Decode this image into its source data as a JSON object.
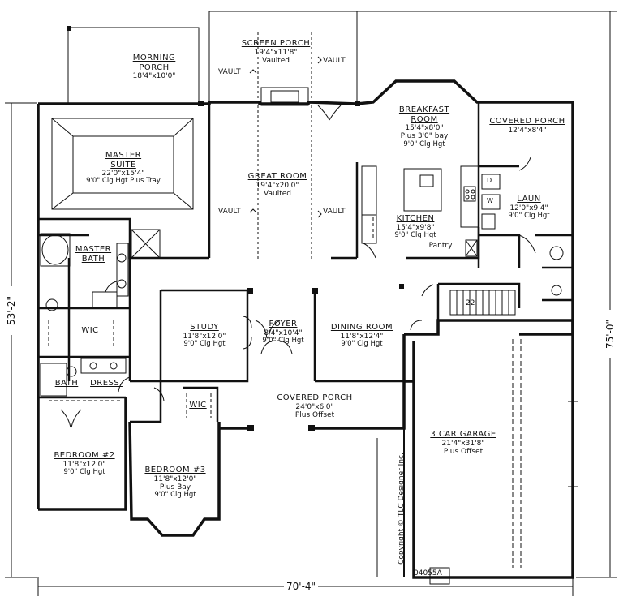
{
  "plan_number": "04055A",
  "copyright": "Copyright © TLC Designer Inc.",
  "dimensions": {
    "width": "70'-4\"",
    "left_depth": "53'-2\"",
    "right_depth": "75'-0\""
  },
  "rooms": {
    "morning_porch": {
      "name": "MORNING PORCH",
      "size": "18'4\"x10'0\""
    },
    "screen_porch": {
      "name": "SCREEN PORCH",
      "size": "19'4\"x11'8\"",
      "note": "Vaulted"
    },
    "breakfast": {
      "name": "BREAKFAST ROOM",
      "size": "15'4\"x8'0\"",
      "note": "Plus 3'0\" bay",
      "ceiling": "9'0\" Clg Hgt"
    },
    "covered_porch_rear": {
      "name": "COVERED PORCH",
      "size": "12'4\"x8'4\""
    },
    "master_suite": {
      "name": "MASTER SUITE",
      "size": "22'0\"x15'4\"",
      "ceiling": "9'0\" Clg Hgt Plus Tray"
    },
    "great_room": {
      "name": "GREAT ROOM",
      "size": "19'4\"x20'0\"",
      "note": "Vaulted"
    },
    "kitchen": {
      "name": "KITCHEN",
      "size": "15'4\"x9'8\"",
      "ceiling": "9'0\" Clg Hgt"
    },
    "laun": {
      "name": "LAUN",
      "size": "12'0\"x9'4\"",
      "ceiling": "9'0\" Clg Hgt"
    },
    "pantry": {
      "name": "Pantry"
    },
    "master_bath": {
      "name": "MASTER BATH"
    },
    "wic_master": {
      "name": "WIC"
    },
    "study": {
      "name": "STUDY",
      "size": "11'8\"x12'0\"",
      "ceiling": "9'0\" Clg Hgt"
    },
    "foyer": {
      "name": "FOYER",
      "size": "8'4\"x10'4\"",
      "ceiling": "9'0\" Clg Hgt"
    },
    "dining": {
      "name": "DINING ROOM",
      "size": "11'8\"x12'4\"",
      "ceiling": "9'0\" Clg Hgt"
    },
    "bath": {
      "name": "BATH"
    },
    "dress": {
      "name": "DRESS."
    },
    "wic_bed": {
      "name": "WIC"
    },
    "covered_porch_front": {
      "name": "COVERED PORCH",
      "size": "24'0\"x6'0\"",
      "note": "Plus Offset"
    },
    "bedroom2": {
      "name": "BEDROOM #2",
      "size": "11'8\"x12'0\"",
      "ceiling": "9'0\" Clg Hgt"
    },
    "bedroom3": {
      "name": "BEDROOM #3",
      "size": "11'8\"x12'0\"",
      "note": "Plus Bay",
      "ceiling": "9'0\" Clg Hgt"
    },
    "garage": {
      "name": "3 CAR GARAGE",
      "size": "21'4\"x31'8\"",
      "note": "Plus Offset"
    }
  },
  "annotations": {
    "vault": "VAULT",
    "stair_count": "22",
    "appliance_w": "W",
    "appliance_d": "D"
  }
}
